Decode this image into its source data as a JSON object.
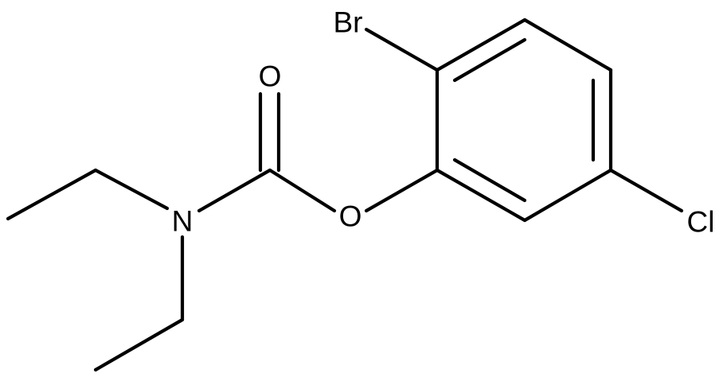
{
  "molecule": {
    "atoms": {
      "bromine": "Br",
      "carbonyl_oxygen": "O",
      "ester_oxygen": "O",
      "nitrogen": "N",
      "chlorine": "Cl"
    }
  },
  "colors": {
    "bond": "#000000",
    "label": "#000000",
    "background": "#ffffff"
  }
}
